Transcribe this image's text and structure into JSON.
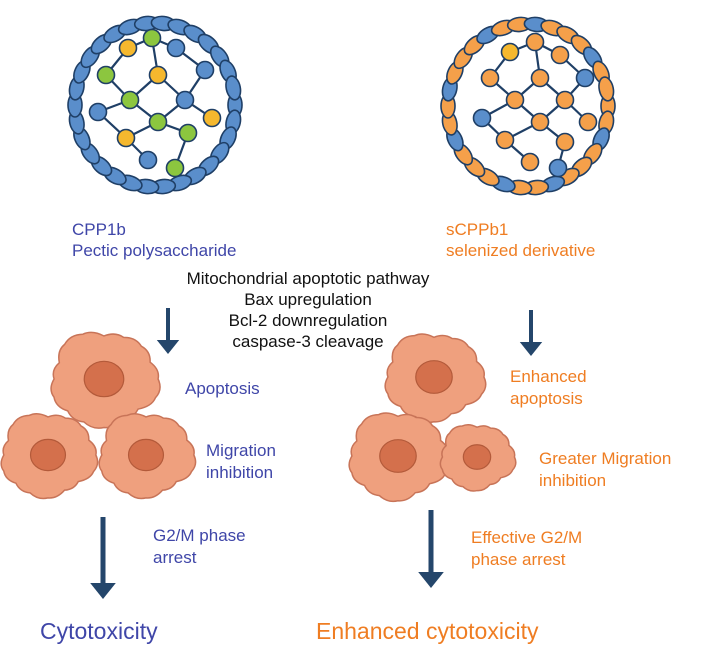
{
  "colors": {
    "left_accent": "#3f46a8",
    "right_accent": "#ef7d22",
    "arrow": "#24466b",
    "chain_blue": "#5a8ecb",
    "bead_green": "#8cc63f",
    "bead_yellow": "#f5b82e",
    "bead_orange": "#f5a04a",
    "cell_fill": "#efa07e",
    "nucleus_fill": "#d4704c"
  },
  "left": {
    "molecule_name": "CPP1b",
    "molecule_desc": "Pectic polysaccharide",
    "effects": [
      "Apoptosis",
      "Migration",
      "inhibition",
      "G2/M phase",
      "arrest"
    ],
    "outcome": "Cytotoxicity"
  },
  "right": {
    "molecule_name": "sCPPb1",
    "molecule_desc": "selenized derivative",
    "effects": [
      "Enhanced",
      "apoptosis",
      "Greater Migration",
      "inhibition",
      "Effective G2/M",
      "phase arrest"
    ],
    "outcome": "Enhanced cytotoxicity"
  },
  "mechanism": {
    "lines": [
      "Mitochondrial apoptotic pathway",
      "Bax upregulation",
      "Bcl-2 downregulation",
      "caspase-3 cleavage"
    ]
  }
}
